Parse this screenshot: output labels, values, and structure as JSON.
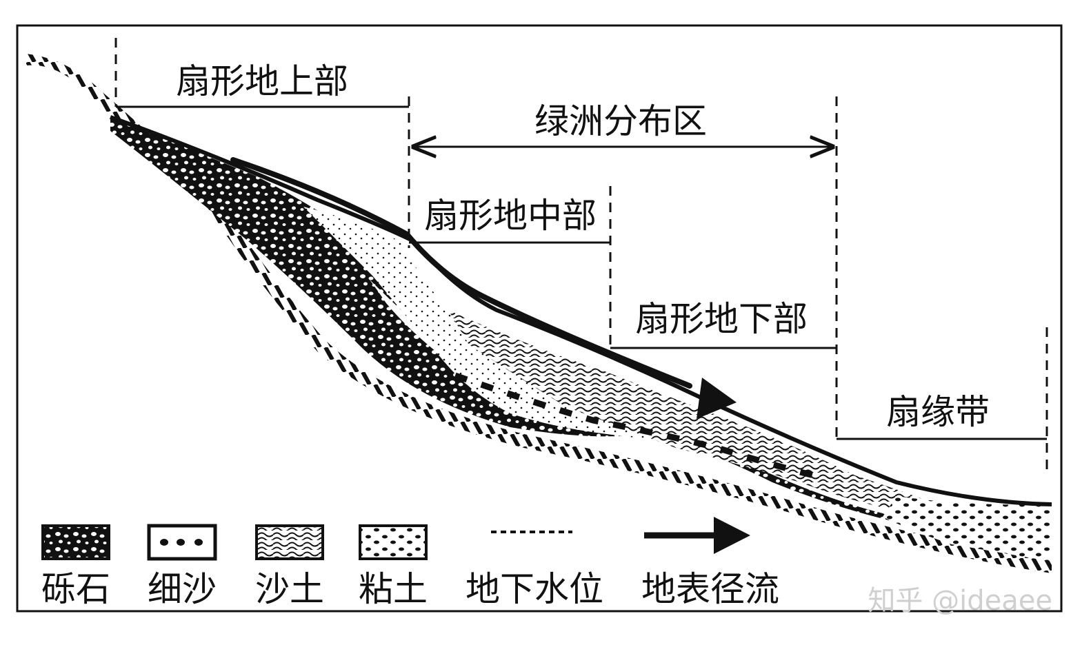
{
  "zones": {
    "upper": "扇形地上部",
    "oasis": "绿洲分布区",
    "middle": "扇形地中部",
    "lower": "扇形地下部",
    "edge": "扇缘带"
  },
  "legend": [
    {
      "label": "砾石"
    },
    {
      "label": "细沙"
    },
    {
      "label": "沙土"
    },
    {
      "label": "粘土"
    },
    {
      "label": "地下水位"
    },
    {
      "label": "地表径流"
    }
  ],
  "watermark": "知乎 @ideaee"
}
